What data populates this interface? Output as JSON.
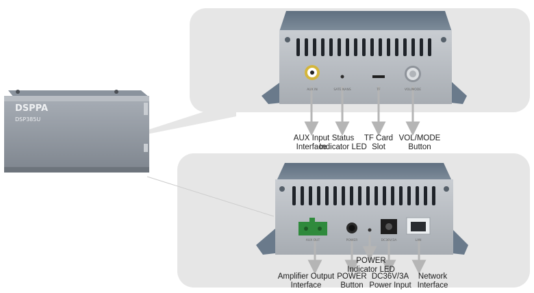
{
  "device": {
    "brand": "DSPPA",
    "model": "DSP385U"
  },
  "front_panel": {
    "port_labels": {
      "aux_in": "AUX IN",
      "status_led": "SATE NANS",
      "tf": "TF",
      "vol_mode": "VOL/MODE"
    },
    "callouts": [
      {
        "line1": "AUX Input",
        "line2": "Interface"
      },
      {
        "line1": "Status",
        "line2": "Indicator LED"
      },
      {
        "line1": "TF Card",
        "line2": "Slot"
      },
      {
        "line1": "VOL/MODE",
        "line2": "Button"
      }
    ]
  },
  "rear_panel": {
    "port_labels": {
      "aux_out": "AUX OUT",
      "power": "POWER",
      "dc": "DC36V/3A",
      "lan": "LAN"
    },
    "callouts": [
      {
        "line1": "Amplifier Output",
        "line2": "Interface"
      },
      {
        "line1": "POWER",
        "line2": "Indicator LED"
      },
      {
        "line1": "POWER",
        "line2": "Button"
      },
      {
        "line1": "DC36V/3A",
        "line2": "Power Input"
      },
      {
        "line1": "Network",
        "line2": "Interface"
      }
    ]
  },
  "colors": {
    "panel": "#e6e6e6",
    "device_body": "#9aa1aa",
    "device_top": "#6f7d8d",
    "arrow": "#b5b5b5"
  }
}
